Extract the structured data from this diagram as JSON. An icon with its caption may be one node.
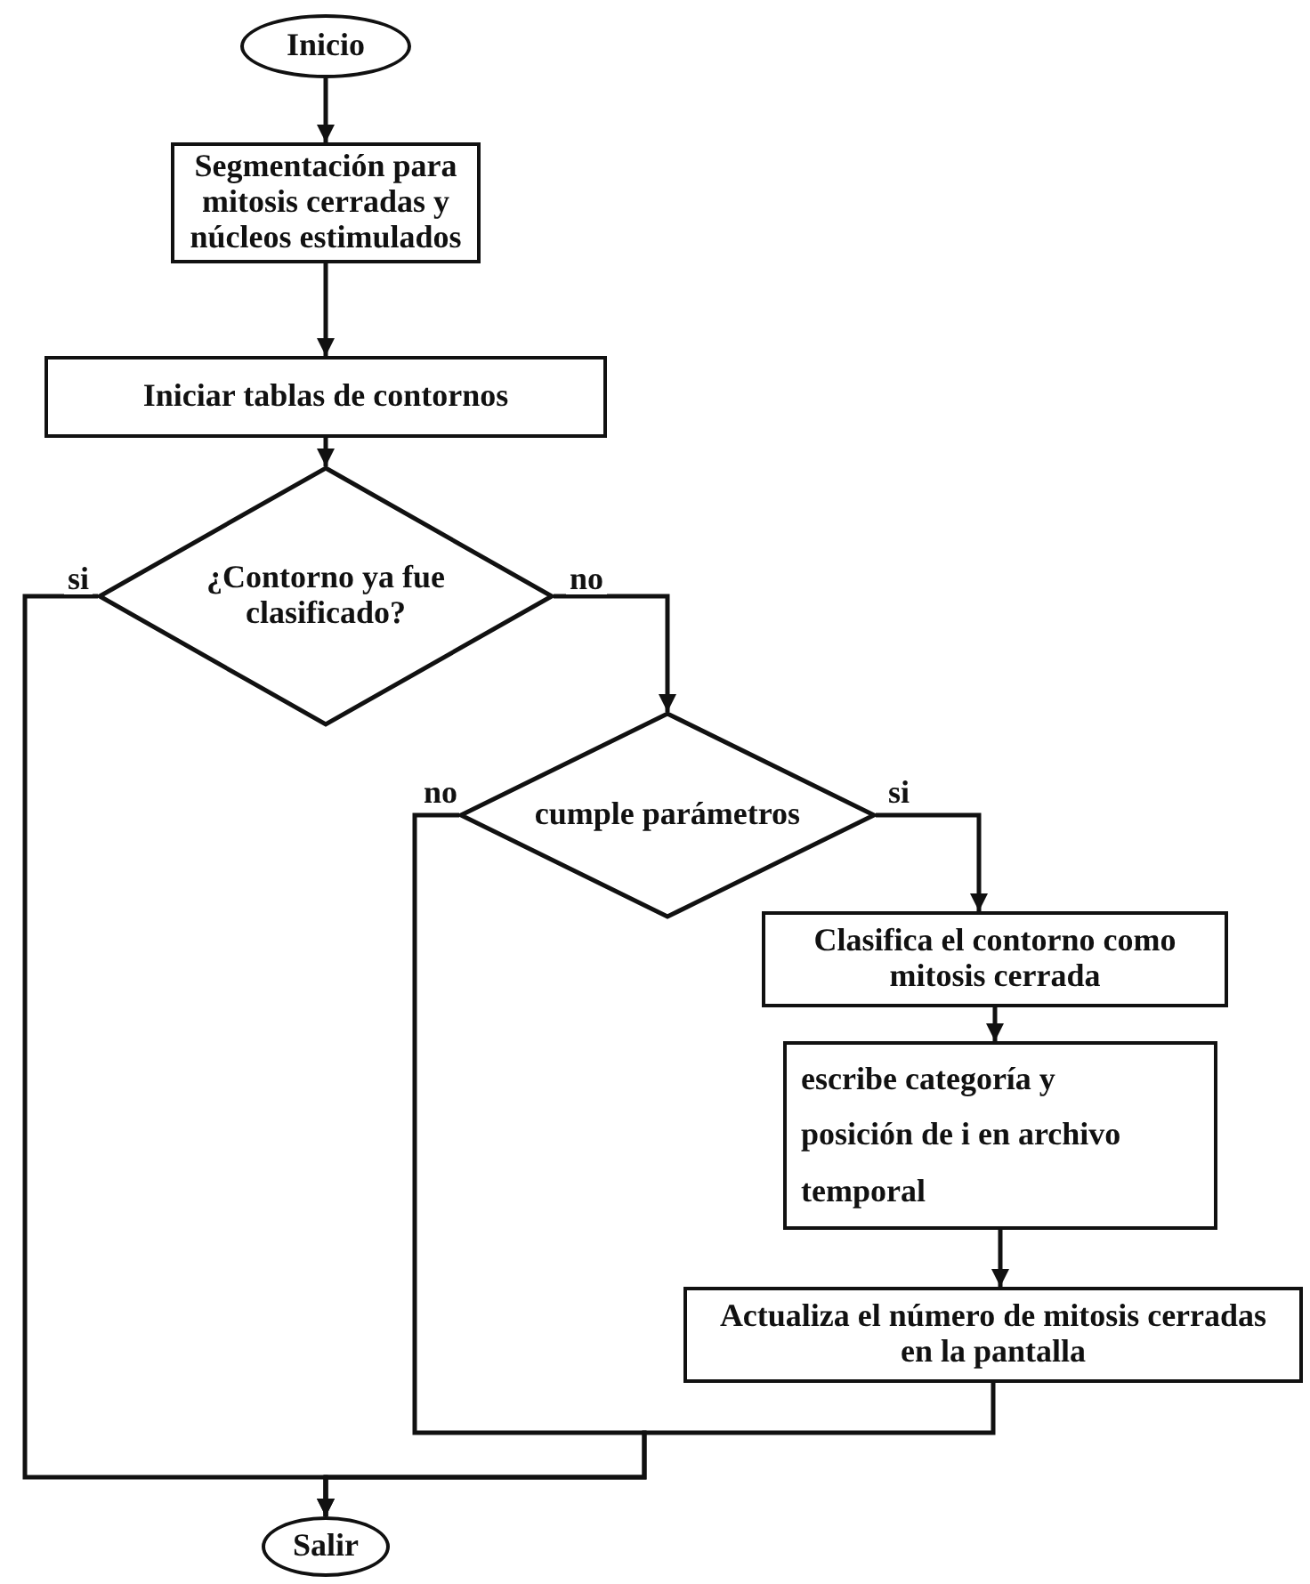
{
  "diagram": {
    "nodes": [
      {
        "text": [
          "Inicio"
        ]
      },
      {
        "text": [
          "Segmentación para mitosis cerradas y núcleos estimulados"
        ]
      },
      {
        "text": [
          "Iniciar tablas de contornos"
        ]
      },
      {
        "text": [
          "¿Contorno ya fue clasificado?"
        ]
      },
      {
        "text": [
          "cumple parámetros"
        ]
      },
      {
        "text": [
          "Clasifica el contorno como mitosis cerrada"
        ]
      },
      {
        "text": [
          "escribe categoría y posición de i en archivo temporal"
        ]
      },
      {
        "text": [
          "Actualiza el número de mitosis cerradas en la pantalla"
        ]
      },
      {
        "text": [
          "Salir"
        ]
      }
    ],
    "edges": [
      {
        "from": 0,
        "to": 1,
        "arrow": "to"
      },
      {
        "from": 1,
        "to": 2,
        "arrow": "to"
      },
      {
        "from": 2,
        "to": 3,
        "arrow": "to"
      },
      {
        "from": 3,
        "to": 8,
        "arrow": "to",
        "label": "si"
      },
      {
        "from": 3,
        "to": 4,
        "arrow": "to",
        "label": "no"
      },
      {
        "from": 4,
        "to": 8,
        "arrow": "to",
        "label": "no"
      },
      {
        "from": 4,
        "to": 5,
        "arrow": "to",
        "label": "si"
      },
      {
        "from": 5,
        "to": 6,
        "arrow": "to"
      },
      {
        "from": 6,
        "to": 7,
        "arrow": "to"
      },
      {
        "from": 7,
        "to": 8,
        "arrow": "to"
      }
    ]
  }
}
